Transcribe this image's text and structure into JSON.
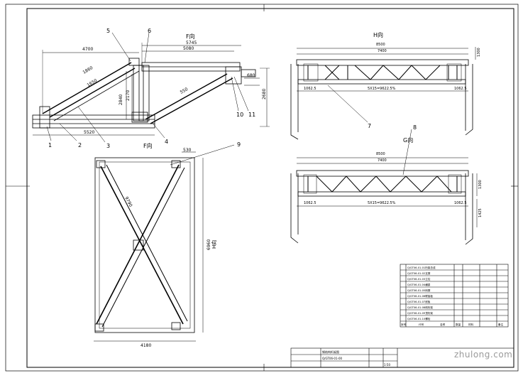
{
  "views": {
    "side": {
      "label": "F向",
      "dims": {
        "top_overall": "5745",
        "top_inner": "5080",
        "left_top": "4700",
        "diag_long": "1860",
        "diag_a": "1650",
        "diag_b": "550",
        "h1": "2840",
        "h2": "2170",
        "bottom": "5520",
        "right_h": "2680",
        "right_small": "680"
      },
      "callouts": [
        "1",
        "2",
        "3",
        "4",
        "5",
        "6",
        "10",
        "11"
      ]
    },
    "plan": {
      "label": "F向",
      "dims": {
        "top_small": "530",
        "bottom_width": "4180",
        "right_height": "6960",
        "diag": "9790"
      },
      "side_label": "H向",
      "callouts": [
        "9"
      ]
    },
    "elev_h": {
      "label": "H向",
      "dims": {
        "overall": "8500",
        "inner": "7400",
        "span": "5X15=9622.5%",
        "left_end": "1062.5",
        "right_end": "1062.5",
        "height": "1300"
      },
      "callouts": [
        "7"
      ]
    },
    "elev_g": {
      "label": "G向",
      "dims": {
        "overall": "8500",
        "inner": "7400",
        "span": "5X15=9622.5%",
        "left_end": "1062.5",
        "right_end": "1062.5",
        "height": "1300",
        "lower": "1425"
      },
      "callouts": [
        "8"
      ]
    }
  },
  "title_block": {
    "rows": [
      "Q/GT06-01-01桁架总成",
      "Q/GT06-01-02支撑",
      "Q/GT06-01-03立柱",
      "Q/GT06-01-04横梁",
      "Q/GT06-01-05斜撑",
      "Q/GT06-01-06联接板",
      "Q/GT06-01-07底板",
      "Q/GT06-01-08侧桁架",
      "Q/GT06-01-09顶桁架",
      "Q/GT06-01-10螺栓"
    ],
    "header": [
      "序号",
      "代号",
      "名称",
      "数量",
      "材料",
      "备注"
    ],
    "bottom_rows": [
      "钢结构桁架图",
      "Q/GT06-01-00"
    ],
    "scale": "1:50"
  },
  "watermark": "zhulong.com"
}
